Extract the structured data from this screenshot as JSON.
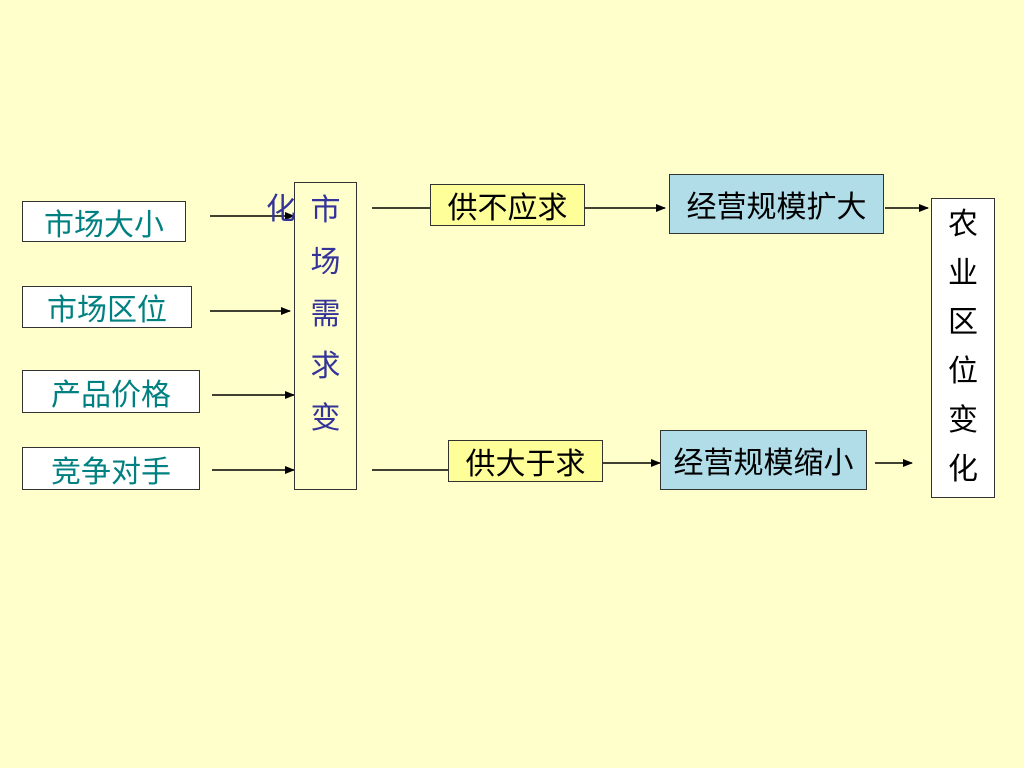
{
  "factors": [
    "市场大小",
    "市场区位",
    "产品价格",
    "竞争对手"
  ],
  "demand": {
    "chars": [
      "市",
      "场",
      "需",
      "求",
      "变"
    ],
    "overflow_char": "化"
  },
  "branches": {
    "top": {
      "condition": "供不应求",
      "outcome": "经营规模扩大"
    },
    "bottom": {
      "condition": "供大于求",
      "outcome": "经营规模缩小"
    }
  },
  "result": {
    "chars": [
      "农",
      "业",
      "区",
      "位",
      "变",
      "化"
    ]
  },
  "colors": {
    "background": "#FFFFCC",
    "factor_text": "#008080",
    "demand_text": "#333399",
    "supply_fill": "#FFFF99",
    "scale_fill": "#B0DDE8"
  }
}
